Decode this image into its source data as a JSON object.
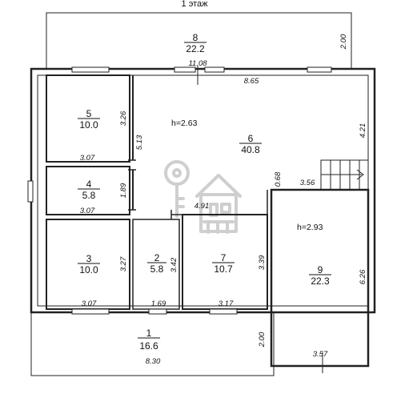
{
  "title": "1 этаж",
  "rooms": [
    {
      "num": "8",
      "area": "22.2"
    },
    {
      "num": "5",
      "area": "10.0"
    },
    {
      "num": "6",
      "area": "40.8"
    },
    {
      "num": "4",
      "area": "5.8"
    },
    {
      "num": "3",
      "area": "10.0"
    },
    {
      "num": "2",
      "area": "5.8"
    },
    {
      "num": "7",
      "area": "10.7"
    },
    {
      "num": "9",
      "area": "22.3"
    },
    {
      "num": "1",
      "area": "16.6"
    }
  ],
  "heights": [
    "h=2.63",
    "h=2.93"
  ],
  "dimensions": [
    "2.00",
    "11.08",
    "8.65",
    "3.26",
    "5.13",
    "4.21",
    "3.07",
    "0.68",
    "3.56",
    "1.89",
    "3.07",
    "4.91",
    "3.27",
    "3.42",
    "3.39",
    "6.26",
    "3.07",
    "1.69",
    "3.17",
    "2.00",
    "8.30",
    "3.57"
  ],
  "colors": {
    "walls": "#222222",
    "watermark": "#cfcfcf"
  },
  "icons": [
    "key-icon",
    "house-icon"
  ]
}
